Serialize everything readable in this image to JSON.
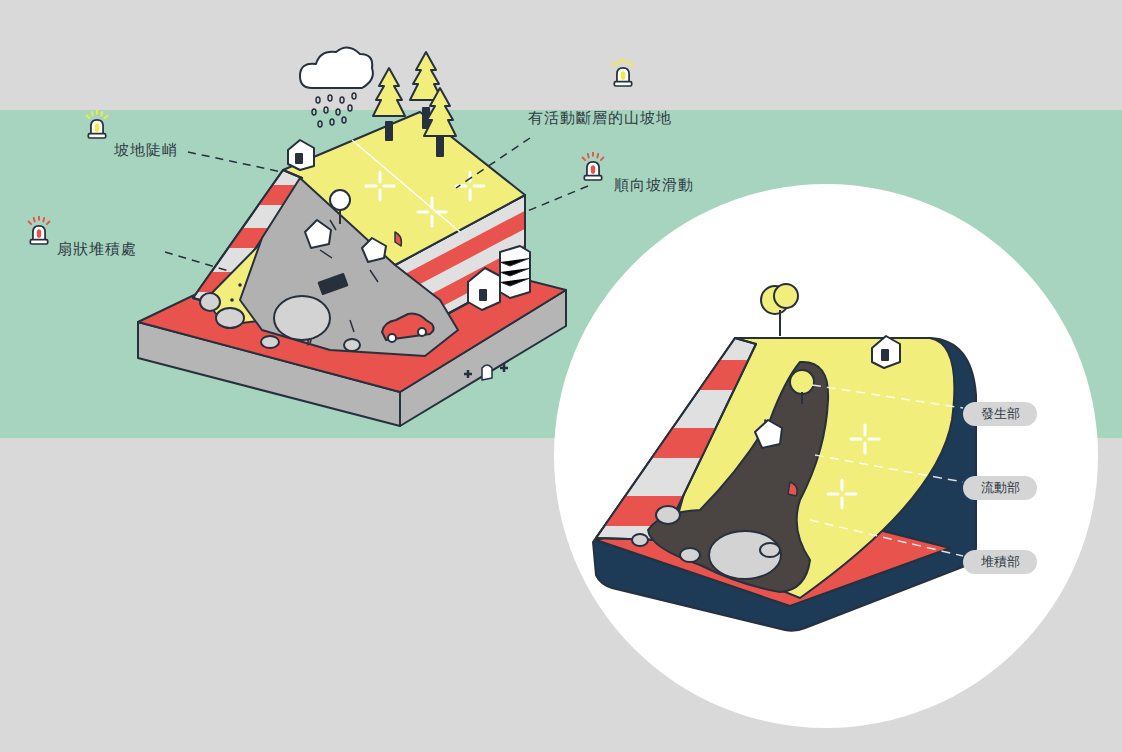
{
  "diagram": {
    "nodes": [
      {
        "text": [
          "發生部"
        ]
      },
      {
        "text": [
          "流動部"
        ]
      },
      {
        "text": [
          "堆積部"
        ]
      }
    ],
    "labels": [
      "坡地陡峭",
      "有活動斷層的山坡地",
      "順向坡滑動",
      "扇狀堆積處"
    ]
  }
}
